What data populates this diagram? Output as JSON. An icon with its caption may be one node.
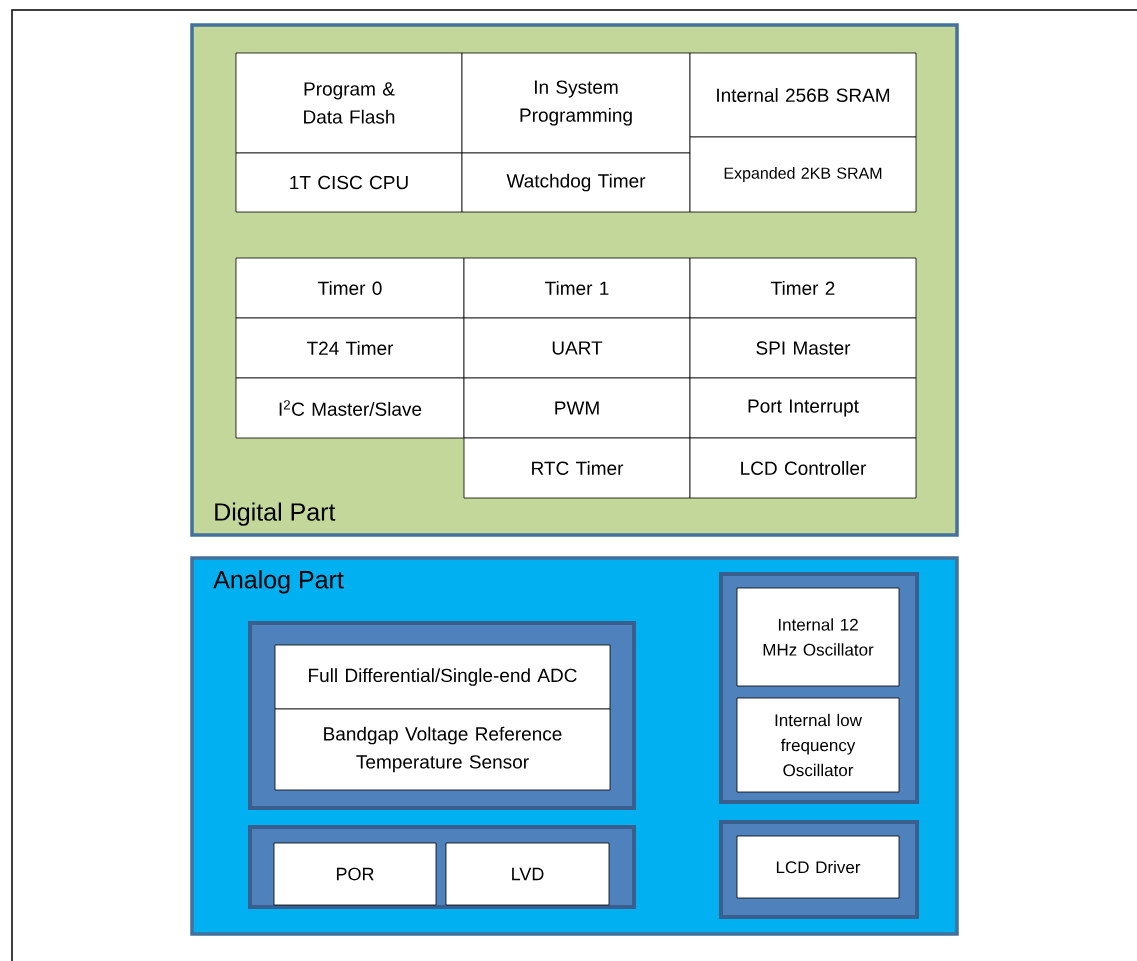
{
  "diagram": {
    "nodes": [
      {
        "text": [
          "Digital Part"
        ]
      },
      {
        "text": [
          "Program & Data Flash"
        ],
        "in": 0
      },
      {
        "text": [
          "In System Programming"
        ],
        "in": 0
      },
      {
        "text": [
          "Internal 256B SRAM"
        ],
        "in": 0
      },
      {
        "text": [
          "1T CISC CPU"
        ],
        "in": 0
      },
      {
        "text": [
          "Watchdog Timer"
        ],
        "in": 0
      },
      {
        "text": [
          "Expanded 2KB SRAM"
        ],
        "in": 0
      },
      {
        "text": [
          "Timer 0"
        ],
        "in": 0
      },
      {
        "text": [
          "Timer 1"
        ],
        "in": 0
      },
      {
        "text": [
          "Timer 2"
        ],
        "in": 0
      },
      {
        "text": [
          "T24 Timer"
        ],
        "in": 0
      },
      {
        "text": [
          "UART"
        ],
        "in": 0
      },
      {
        "text": [
          "SPI Master"
        ],
        "in": 0
      },
      {
        "text": [
          "I$^{2}$C Master/Slave"
        ],
        "in": 0
      },
      {
        "text": [
          "PWM"
        ],
        "in": 0
      },
      {
        "text": [
          "Port Interrupt"
        ],
        "in": 0
      },
      {
        "text": [
          "RTC Timer"
        ],
        "in": 0
      },
      {
        "text": [
          "LCD Controller"
        ],
        "in": 0
      },
      {
        "text": [
          "Analog Part"
        ]
      },
      {
        "text": [],
        "shape": "box",
        "in": 18
      },
      {
        "text": [
          "Full Differential/Single-end ADC"
        ],
        "in": 19
      },
      {
        "text": [
          "Bandgap Voltage Reference",
          "Temperature Sensor"
        ],
        "in": 19
      },
      {
        "text": [],
        "shape": "box",
        "in": 18
      },
      {
        "text": [
          "POR"
        ],
        "in": 22
      },
      {
        "text": [
          "LVD"
        ],
        "in": 22
      },
      {
        "text": [],
        "shape": "box",
        "in": 18
      },
      {
        "text": [
          "Internal 12 MHz Oscillator"
        ],
        "in": 25
      },
      {
        "text": [
          "Internal low frequency Oscillator"
        ],
        "in": 25
      },
      {
        "text": [],
        "shape": "box",
        "in": 18
      },
      {
        "text": [
          "LCD Driver"
        ],
        "in": 28
      }
    ]
  }
}
